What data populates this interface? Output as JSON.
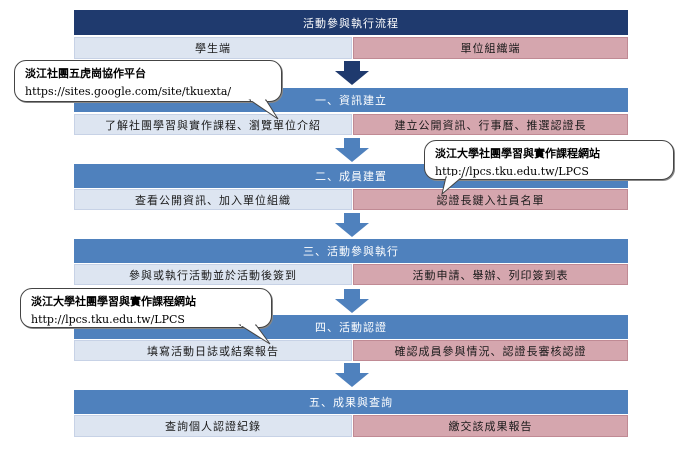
{
  "header": {
    "title": "活動參與執行流程"
  },
  "roles": {
    "left": "學生端",
    "right": "單位組織端"
  },
  "stages": [
    {
      "title": "一、資訊建立",
      "left": "了解社團學習與實作課程、瀏覽單位介紹",
      "right": "建立公開資訊、行事曆、推選認證長"
    },
    {
      "title": "二、成員建置",
      "left": "查看公開資訊、加入單位組織",
      "right": "認證長鍵入社員名單"
    },
    {
      "title": "三、活動參與執行",
      "left": "參與或執行活動並於活動後簽到",
      "right": "活動申請、舉辦、列印簽到表"
    },
    {
      "title": "四、活動認證",
      "left": "填寫活動日誌或結案報告",
      "right": "確認成員參與情況、認證長審核認證"
    },
    {
      "title": "五、成果與查詢",
      "left": "查詢個人認證紀錄",
      "right": "繳交該成果報告"
    }
  ],
  "callouts": [
    {
      "title": "淡江社團五虎崗協作平台",
      "url": "https://sites.google.com/site/tkuexta/"
    },
    {
      "title": "淡江大學社團學習與實作課程網站",
      "url": "http://lpcs.tku.edu.tw/LPCS"
    },
    {
      "title": "淡江大學社團學習與實作課程網站",
      "url": "http://lpcs.tku.edu.tw/LPCS"
    }
  ],
  "colors": {
    "header": "#1f3a6e",
    "stage": "#4f81bd",
    "student": "#dde5f1",
    "unit": "#d5a6ae",
    "arrow": "#4f81bd"
  }
}
